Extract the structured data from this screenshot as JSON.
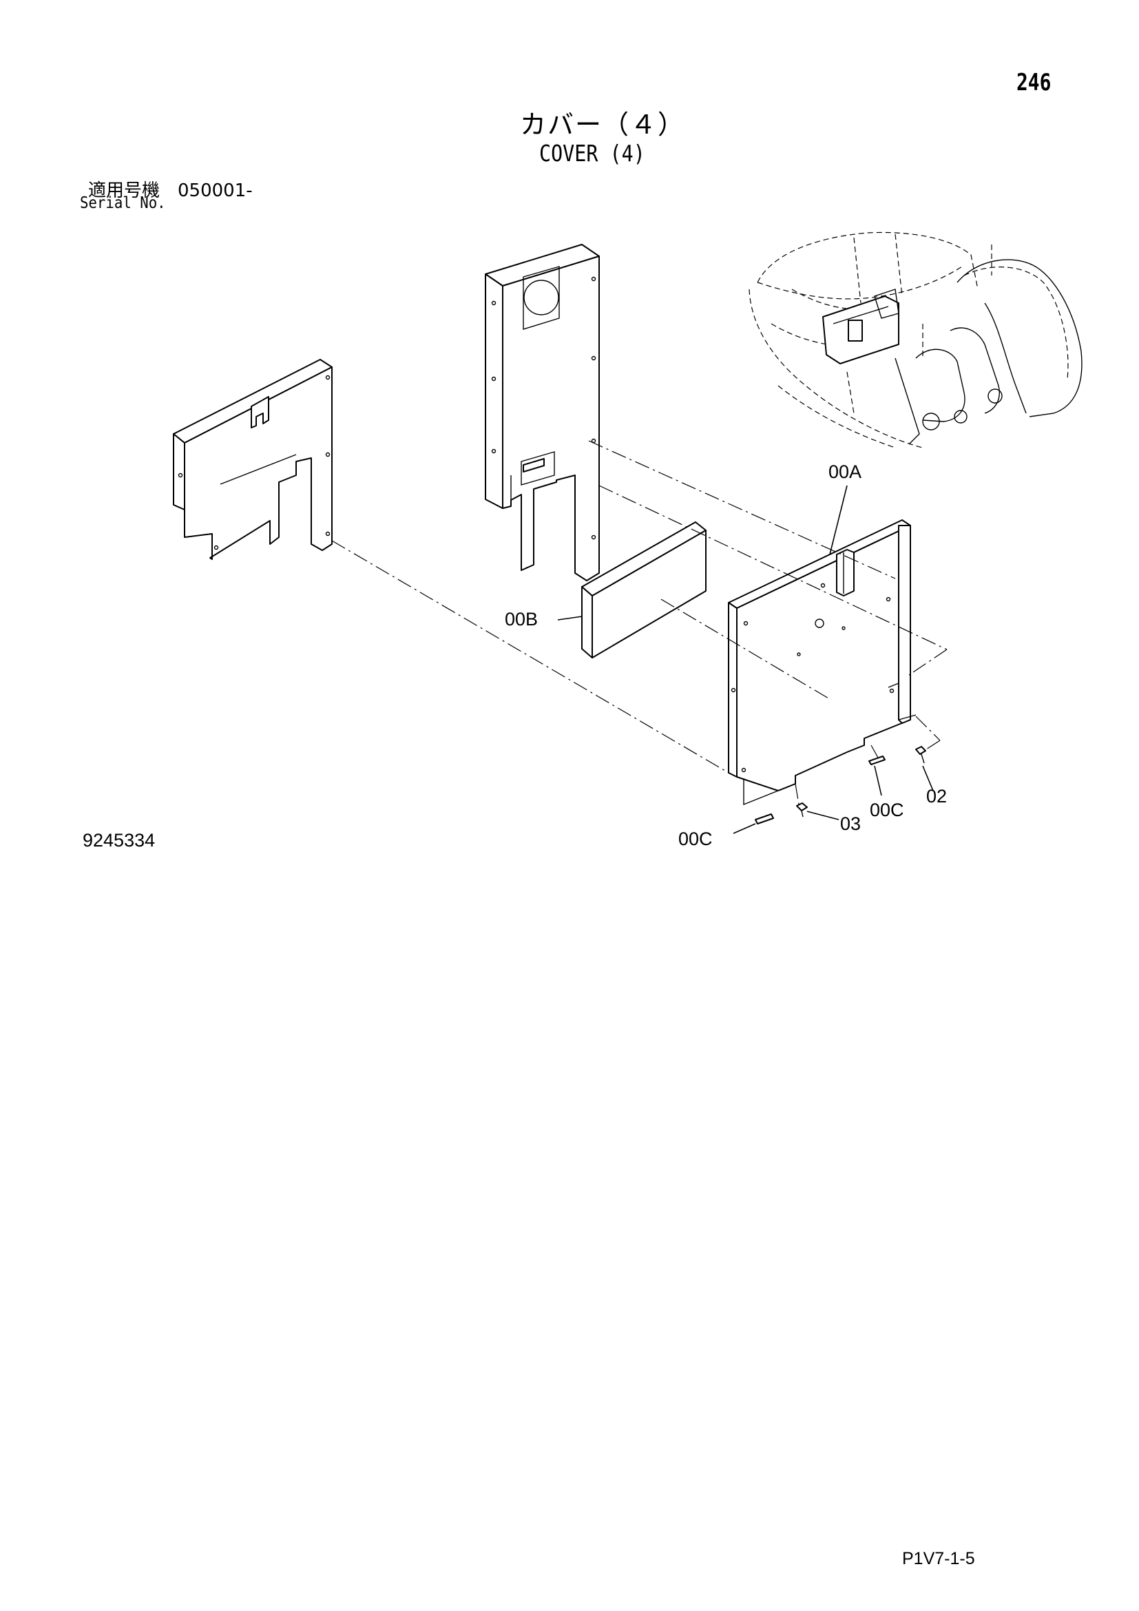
{
  "header": {
    "page_number": "246",
    "title_jp": "カバー（４）",
    "title_en": "COVER (4)",
    "serial_jp": "適用号機　050001-",
    "serial_en": "Serial No."
  },
  "callouts": {
    "part_00a": "00A",
    "part_00b": "00B",
    "part_00c_right": "00C",
    "part_00c_left": "00C",
    "part_02": "02",
    "part_03": "03"
  },
  "footer": {
    "drawing_number": "9245334",
    "page_code": "P1V7-1-5"
  }
}
